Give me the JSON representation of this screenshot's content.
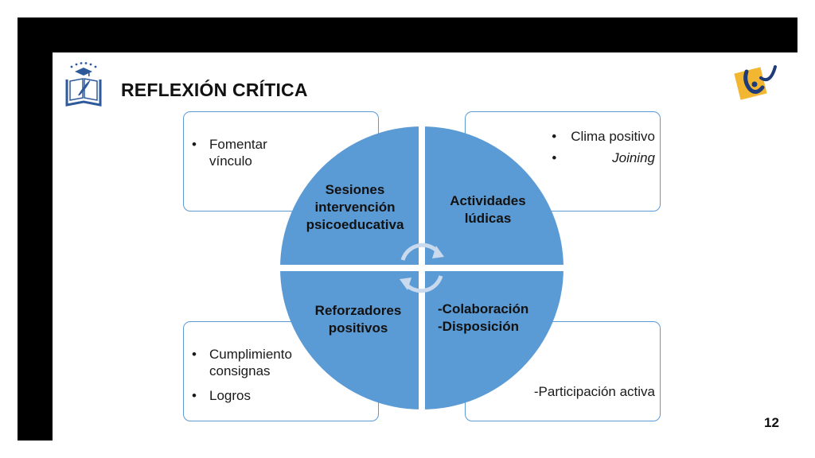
{
  "slide": {
    "title": "REFLEXIÓN CRÍTICA",
    "page_number": "12"
  },
  "boxes": {
    "top_left": {
      "items": [
        "Fomentar vínculo"
      ]
    },
    "top_right": {
      "items": [
        "Clima positivo",
        "Joining"
      ]
    },
    "bottom_left": {
      "items": [
        "Cumplimiento consignas",
        "Logros"
      ]
    },
    "bottom_right": {
      "text": "-Participación activa"
    }
  },
  "quadrants": {
    "top_left": "Sesiones intervención psicoeducativa",
    "top_right": "Actividades lúdicas",
    "bottom_left": "Reforzadores positivos",
    "bottom_right_line1": "-Colaboración",
    "bottom_right_line2": "-Disposición"
  },
  "colors": {
    "quadrant_fill": "#5b9bd5",
    "box_border": "#5b9bd5",
    "frame": "#000000"
  },
  "icons": {
    "left_logo": "university-crest-icon",
    "right_logo": "institution-logo-icon",
    "center": "cycle-arrows-icon"
  }
}
